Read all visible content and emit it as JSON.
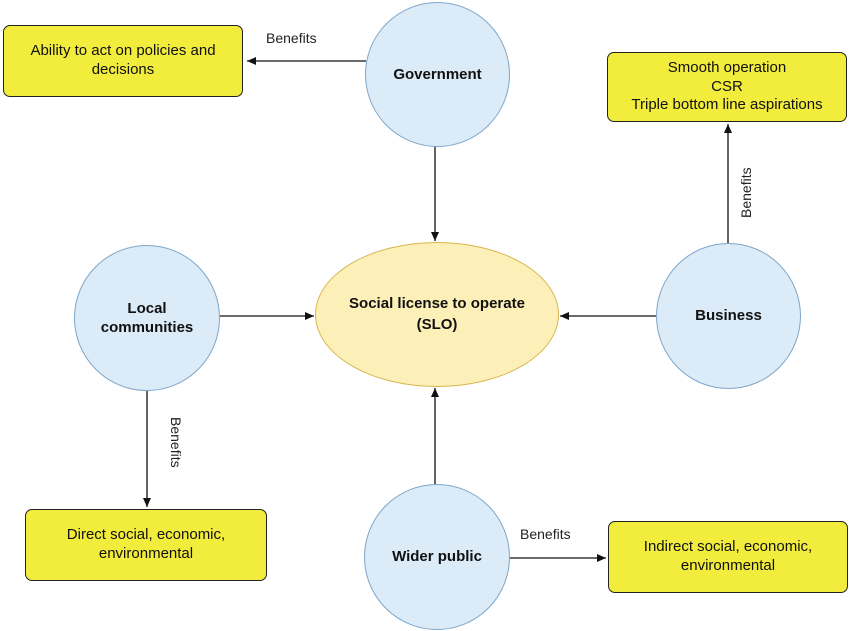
{
  "nodes": {
    "government": "Government",
    "local_communities": "Local\ncommunities",
    "slo": "Social license to operate\n(SLO)",
    "business": "Business",
    "wider_public": "Wider public"
  },
  "benefit_boxes": {
    "government": "Ability to act on policies and\ndecisions",
    "business": "Smooth operation\nCSR\nTriple bottom line aspirations",
    "local_communities": "Direct social, economic,\nenvironmental",
    "wider_public": "Indirect social, economic,\nenvironmental"
  },
  "edge_labels": {
    "government": "Benefits",
    "business": "Benefits",
    "local_communities": "Benefits",
    "wider_public": "Benefits"
  },
  "colors": {
    "circle_fill": "#dcebf8",
    "slo_fill": "#fcefb7",
    "box_fill": "#f2ec3c"
  }
}
